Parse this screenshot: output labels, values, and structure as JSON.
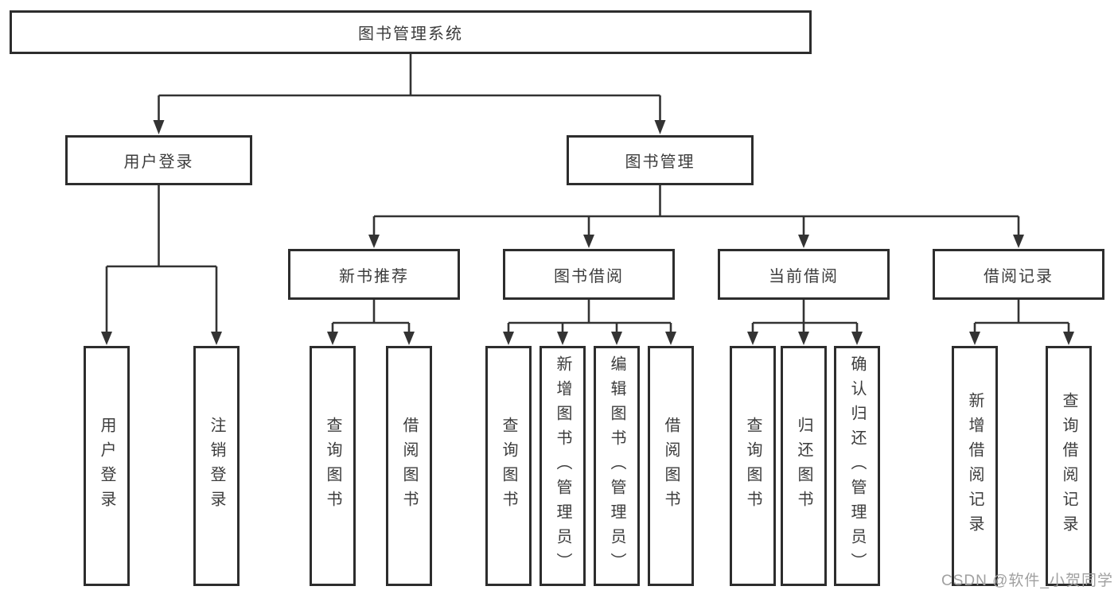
{
  "colors": {
    "line": "#333333",
    "box-border": "#2d2d2d",
    "text": "#3c3c3c",
    "watermark": "#a0a0a0",
    "background": "#ffffff"
  },
  "watermark": {
    "text": "CSDN @软件_小贺同学"
  },
  "tree": {
    "label": "图书管理系统",
    "children": [
      {
        "label": "用户登录",
        "children": [
          {
            "label": "用户登录"
          },
          {
            "label": "注销登录"
          }
        ]
      },
      {
        "label": "图书管理",
        "children": [
          {
            "label": "新书推荐",
            "children": [
              {
                "label": "查询图书"
              },
              {
                "label": "借阅图书"
              }
            ]
          },
          {
            "label": "图书借阅",
            "children": [
              {
                "label": "查询图书"
              },
              {
                "label": "新增图书（管理员）"
              },
              {
                "label": "编辑图书（管理员）"
              },
              {
                "label": "借阅图书"
              }
            ]
          },
          {
            "label": "当前借阅",
            "children": [
              {
                "label": "查询图书"
              },
              {
                "label": "归还图书"
              },
              {
                "label": "确认归还（管理员）"
              }
            ]
          },
          {
            "label": "借阅记录",
            "children": [
              {
                "label": "新增借阅记录"
              },
              {
                "label": "查询借阅记录"
              }
            ]
          }
        ]
      }
    ]
  }
}
